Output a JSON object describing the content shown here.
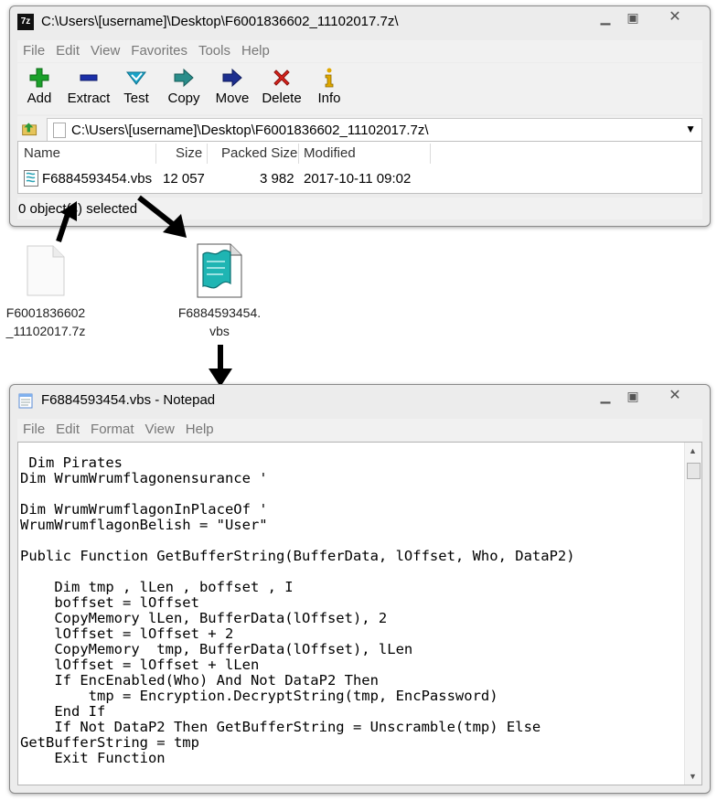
{
  "archive_window": {
    "title": "C:\\Users\\[username]\\Desktop\\F6001836602_11102017.7z\\",
    "app_icon_text": "7z",
    "menu": [
      "File",
      "Edit",
      "View",
      "Favorites",
      "Tools",
      "Help"
    ],
    "toolbar": {
      "add": "Add",
      "extract": "Extract",
      "test": "Test",
      "copy": "Copy",
      "move": "Move",
      "delete": "Delete",
      "info": "Info"
    },
    "address": "C:\\Users\\[username]\\Desktop\\F6001836602_11102017.7z\\",
    "columns": {
      "name": "Name",
      "size": "Size",
      "packed": "Packed Size",
      "modified": "Modified"
    },
    "files": [
      {
        "name": "F6884593454.vbs",
        "size": "12 057",
        "packed": "3 982",
        "modified": "2017-10-11 09:02"
      }
    ],
    "status": "0 object(s) selected"
  },
  "desktop": {
    "archive_label_1": "F6001836602",
    "archive_label_2": "_11102017.7z",
    "vbs_label_1": "F6884593454.",
    "vbs_label_2": "vbs"
  },
  "notepad_window": {
    "title": "F6884593454.vbs - Notepad",
    "menu": [
      "File",
      "Edit",
      "Format",
      "View",
      "Help"
    ],
    "code": " Dim Pirates\nDim WrumWrumflagonensurance '\n\nDim WrumWrumflagonInPlaceOf '\nWrumWrumflagonBelish = \"User\"\n\nPublic Function GetBufferString(BufferData, lOffset, Who, DataP2)\n\n    Dim tmp , lLen , boffset , I\n    boffset = lOffset\n    CopyMemory lLen, BufferData(lOffset), 2\n    lOffset = lOffset + 2\n    CopyMemory  tmp, BufferData(lOffset), lLen\n    lOffset = lOffset + lLen\n    If EncEnabled(Who) And Not DataP2 Then\n        tmp = Encryption.DecryptString(tmp, EncPassword)\n    End If\n    If Not DataP2 Then GetBufferString = Unscramble(tmp) Else\nGetBufferString = tmp\n    Exit Function"
  },
  "colors": {
    "add": "#1aa02a",
    "extract": "#1b2fa8",
    "test": "#19a3c8",
    "move": "#1d2f8f",
    "delete": "#d9231d",
    "info": "#e0a800"
  }
}
